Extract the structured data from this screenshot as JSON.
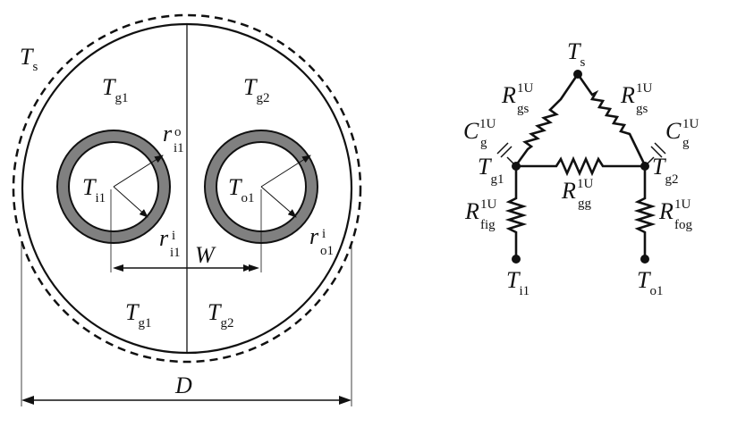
{
  "labels": {
    "left": {
      "Ts": {
        "main": "T",
        "sub": "s"
      },
      "Tg1_top": {
        "main": "T",
        "sub": "g1"
      },
      "Tg2_top": {
        "main": "T",
        "sub": "g2"
      },
      "Tg1_bottom": {
        "main": "T",
        "sub": "g1"
      },
      "Tg2_bottom": {
        "main": "T",
        "sub": "g2"
      },
      "Ti1": {
        "main": "T",
        "sub": "i1"
      },
      "To1": {
        "main": "T",
        "sub": "o1"
      },
      "r_o_i1": {
        "main": "r",
        "sup": "o",
        "sub": "i1"
      },
      "r_i_i1": {
        "main": "r",
        "sup": "i",
        "sub": "i1"
      },
      "r_i_o1": {
        "main": "r",
        "sup": "i",
        "sub": "o1"
      },
      "W": "W",
      "D": "D"
    },
    "right": {
      "Ts": {
        "main": "T",
        "sub": "s"
      },
      "Rgs_left": {
        "main": "R",
        "sup": "1U",
        "sub": "gs"
      },
      "Rgs_right": {
        "main": "R",
        "sup": "1U",
        "sub": "gs"
      },
      "Cg_left": {
        "main": "C",
        "sup": "1U",
        "sub": "g"
      },
      "Cg_right": {
        "main": "C",
        "sup": "1U",
        "sub": "g"
      },
      "Tg1": {
        "main": "T",
        "sub": "g1"
      },
      "Tg2": {
        "main": "T",
        "sub": "g2"
      },
      "Rgg": {
        "main": "R",
        "sup": "1U",
        "sub": "gg"
      },
      "Rfig": {
        "main": "R",
        "sup": "1U",
        "sub": "fig"
      },
      "Rfog": {
        "main": "R",
        "sup": "1U",
        "sub": "fog"
      },
      "Ti1": {
        "main": "T",
        "sub": "i1"
      },
      "To1": {
        "main": "T",
        "sub": "o1"
      }
    }
  }
}
